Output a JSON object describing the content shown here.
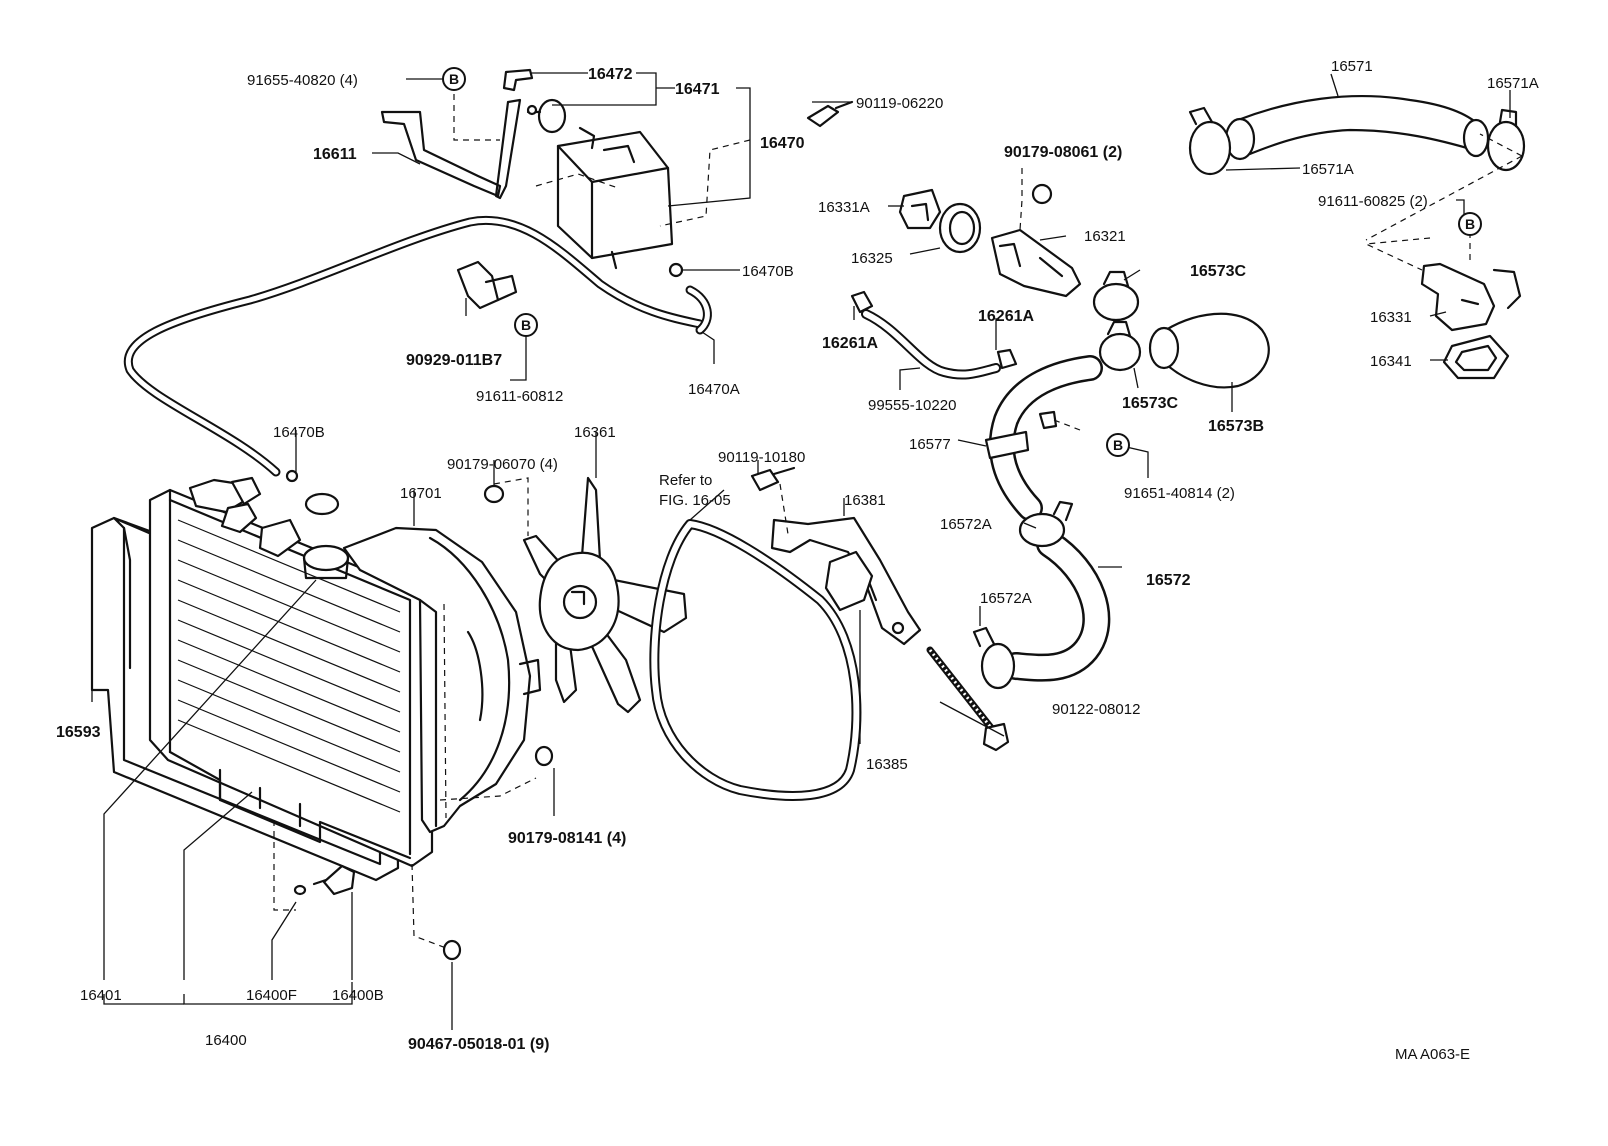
{
  "diagram_code": "MA  A063-E",
  "ref_mark": "B",
  "callouts": [
    {
      "id": "c1",
      "text": "91655-40820 (4)",
      "bold": false
    },
    {
      "id": "c2",
      "text": "16472",
      "bold": true
    },
    {
      "id": "c3",
      "text": "16471",
      "bold": true
    },
    {
      "id": "c4",
      "text": "90119-06220",
      "bold": false
    },
    {
      "id": "c5",
      "text": "16611",
      "bold": true
    },
    {
      "id": "c6",
      "text": "16470",
      "bold": true
    },
    {
      "id": "c7",
      "text": "16470B",
      "bold": false
    },
    {
      "id": "c8",
      "text": "90929-011B7",
      "bold": true
    },
    {
      "id": "c9",
      "text": "91611-60812",
      "bold": false
    },
    {
      "id": "c10",
      "text": "16470A",
      "bold": false
    },
    {
      "id": "c11",
      "text": "16470B",
      "bold": false
    },
    {
      "id": "c12",
      "text": "90179-06070 (4)",
      "bold": false
    },
    {
      "id": "c13",
      "text": "16361",
      "bold": false
    },
    {
      "id": "c14",
      "text": "Refer to",
      "bold": false
    },
    {
      "id": "c15",
      "text": "FIG. 16-05",
      "bold": false
    },
    {
      "id": "c16",
      "text": "90119-10180",
      "bold": false
    },
    {
      "id": "c17",
      "text": "16381",
      "bold": false
    },
    {
      "id": "c18",
      "text": "16701",
      "bold": false
    },
    {
      "id": "c19",
      "text": "16593",
      "bold": true
    },
    {
      "id": "c20",
      "text": "16385",
      "bold": false
    },
    {
      "id": "c21",
      "text": "90179-08141 (4)",
      "bold": true
    },
    {
      "id": "c22",
      "text": "16401",
      "bold": false
    },
    {
      "id": "c23",
      "text": "16400F",
      "bold": false
    },
    {
      "id": "c24",
      "text": "16400B",
      "bold": false
    },
    {
      "id": "c25",
      "text": "16400",
      "bold": false
    },
    {
      "id": "c26",
      "text": "90467-05018-01 (9)",
      "bold": true
    },
    {
      "id": "c27",
      "text": "90179-08061 (2)",
      "bold": true
    },
    {
      "id": "c28",
      "text": "16331A",
      "bold": false
    },
    {
      "id": "c29",
      "text": "16321",
      "bold": false
    },
    {
      "id": "c30",
      "text": "16325",
      "bold": false
    },
    {
      "id": "c31",
      "text": "16573C",
      "bold": true
    },
    {
      "id": "c32",
      "text": "16261A",
      "bold": true
    },
    {
      "id": "c33",
      "text": "16261A",
      "bold": true
    },
    {
      "id": "c34",
      "text": "99555-10220",
      "bold": false
    },
    {
      "id": "c35",
      "text": "16573C",
      "bold": true
    },
    {
      "id": "c36",
      "text": "16573B",
      "bold": true
    },
    {
      "id": "c37",
      "text": "16577",
      "bold": false
    },
    {
      "id": "c38",
      "text": "91651-40814 (2)",
      "bold": false
    },
    {
      "id": "c39",
      "text": "16572A",
      "bold": false
    },
    {
      "id": "c40",
      "text": "16572",
      "bold": true
    },
    {
      "id": "c41",
      "text": "16572A",
      "bold": false
    },
    {
      "id": "c42",
      "text": "90122-08012",
      "bold": false
    },
    {
      "id": "c43",
      "text": "16571",
      "bold": false
    },
    {
      "id": "c44",
      "text": "16571A",
      "bold": false
    },
    {
      "id": "c45",
      "text": "16571A",
      "bold": false
    },
    {
      "id": "c46",
      "text": "91611-60825 (2)",
      "bold": false
    },
    {
      "id": "c47",
      "text": "16331",
      "bold": false
    },
    {
      "id": "c48",
      "text": "16341",
      "bold": false
    }
  ]
}
